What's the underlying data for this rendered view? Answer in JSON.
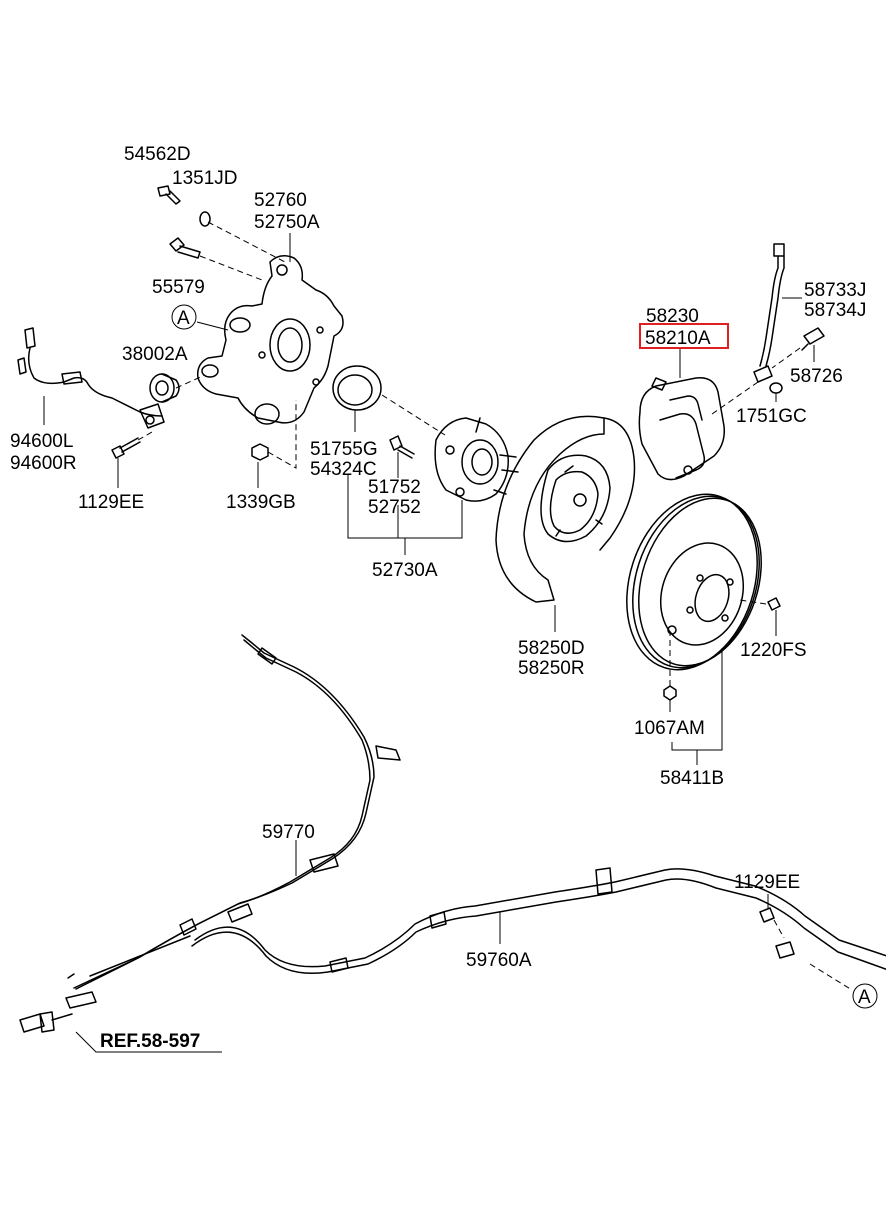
{
  "labels": {
    "p54562D": "54562D",
    "p1351JD": "1351JD",
    "p52760": "52760",
    "p52750A": "52750A",
    "p55579": "55579",
    "circleA1": "A",
    "p38002A": "38002A",
    "p94600L": "94600L",
    "p94600R": "94600R",
    "p1129EE_top": "1129EE",
    "p1339GB": "1339GB",
    "p51755G": "51755G",
    "p54324C": "54324C",
    "p51752": "51752",
    "p52752": "52752",
    "p52730A": "52730A",
    "p58230": "58230",
    "p58210A": "58210A",
    "p58733J": "58733J",
    "p58734J": "58734J",
    "p58726": "58726",
    "p1751GC": "1751GC",
    "p58250D": "58250D",
    "p58250R": "58250R",
    "p1220FS": "1220FS",
    "p1067AM": "1067AM",
    "p58411B": "58411B",
    "p59770": "59770",
    "p1129EE_bottom": "1129EE",
    "p59760A": "59760A",
    "circleA2": "A",
    "ref": "REF.58-597"
  },
  "highlight_color": "#e02020"
}
